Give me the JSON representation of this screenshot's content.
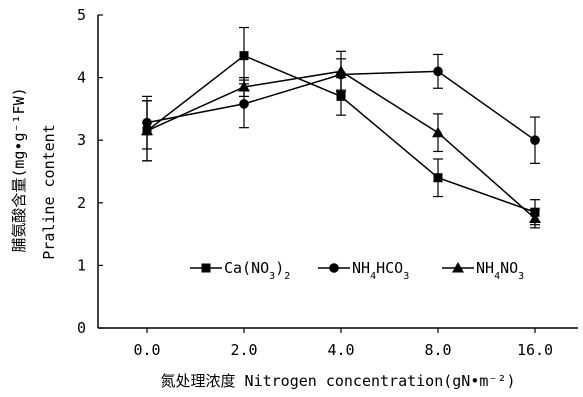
{
  "chart_data": {
    "type": "line",
    "categories": [
      "0.0",
      "2.0",
      "4.0",
      "8.0",
      "16.0"
    ],
    "series": [
      {
        "name": "Ca(NO3)2",
        "marker": "square",
        "values": [
          3.15,
          4.35,
          3.7,
          2.4,
          1.85
        ],
        "errors": [
          0.48,
          0.45,
          0.3,
          0.3,
          0.2
        ]
      },
      {
        "name": "NH4HCO3",
        "marker": "circle",
        "values": [
          3.28,
          3.58,
          4.05,
          4.1,
          3.0
        ],
        "errors": [
          0.42,
          0.38,
          0.25,
          0.27,
          0.37
        ]
      },
      {
        "name": "NH4NO3",
        "marker": "triangle",
        "values": [
          3.15,
          3.85,
          4.1,
          3.12,
          1.75
        ],
        "errors": [
          0.48,
          0.15,
          0.32,
          0.3,
          0.15
        ]
      }
    ],
    "ylim": [
      0,
      5
    ],
    "yticks": [
      "0",
      "1",
      "2",
      "3",
      "4",
      "5"
    ],
    "ylabel_cn": "脯氨酸含量(mg•g⁻¹FW)",
    "ylabel_en": "Praline content",
    "xlabel": "氮处理浓度 Nitrogen concentration(gN•m⁻²)",
    "legend_position": "lower-right-inside",
    "grid": false,
    "colors": {
      "line": "#000000",
      "background": "#ffffff"
    }
  }
}
